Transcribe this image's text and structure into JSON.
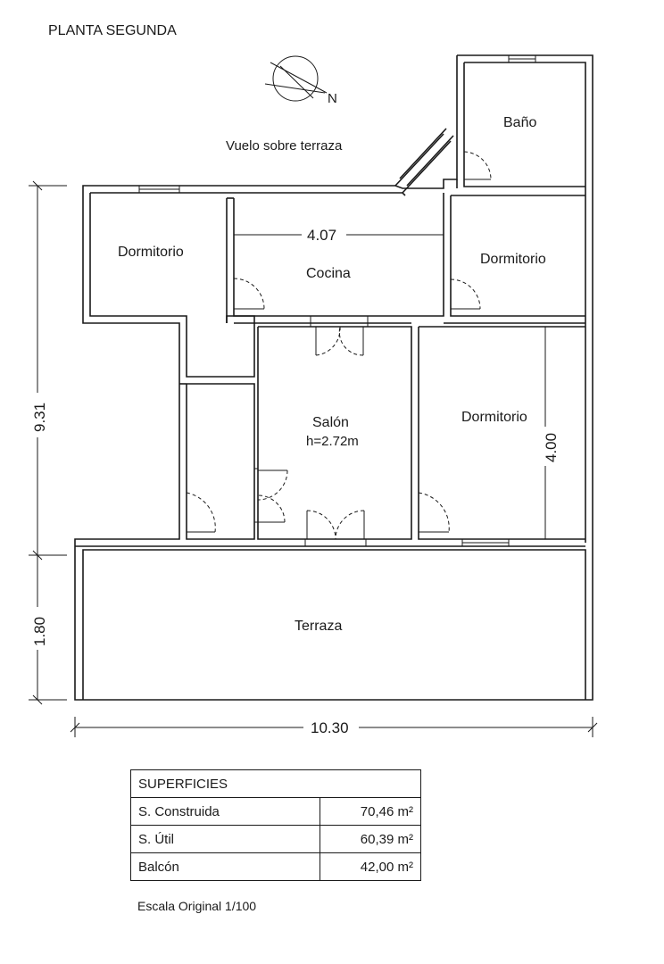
{
  "title": "PLANTA SEGUNDA",
  "compass_letter": "N",
  "labels": {
    "vuelo": "Vuelo sobre terraza",
    "bano": "Baño",
    "dorm_nw": "Dormitorio",
    "cocina": "Cocina",
    "dorm_ne": "Dormitorio",
    "salon": "Salón",
    "salon_height": "h=2.72m",
    "dorm_e": "Dormitorio",
    "terraza": "Terraza"
  },
  "dimensions": {
    "cocina_width": "4.07",
    "dorm_height": "4.00",
    "total_height": "9.31",
    "terraza_height": "1.80",
    "total_width": "10.30"
  },
  "surfaces": {
    "header": "SUPERFICIES",
    "rows": [
      {
        "label": "S. Construida",
        "value": "70,46 m²"
      },
      {
        "label": "S. Útil",
        "value": "60,39 m²"
      },
      {
        "label": "Balcón",
        "value": "42,00 m²"
      }
    ]
  },
  "scale_note": "Escala Original 1/100"
}
